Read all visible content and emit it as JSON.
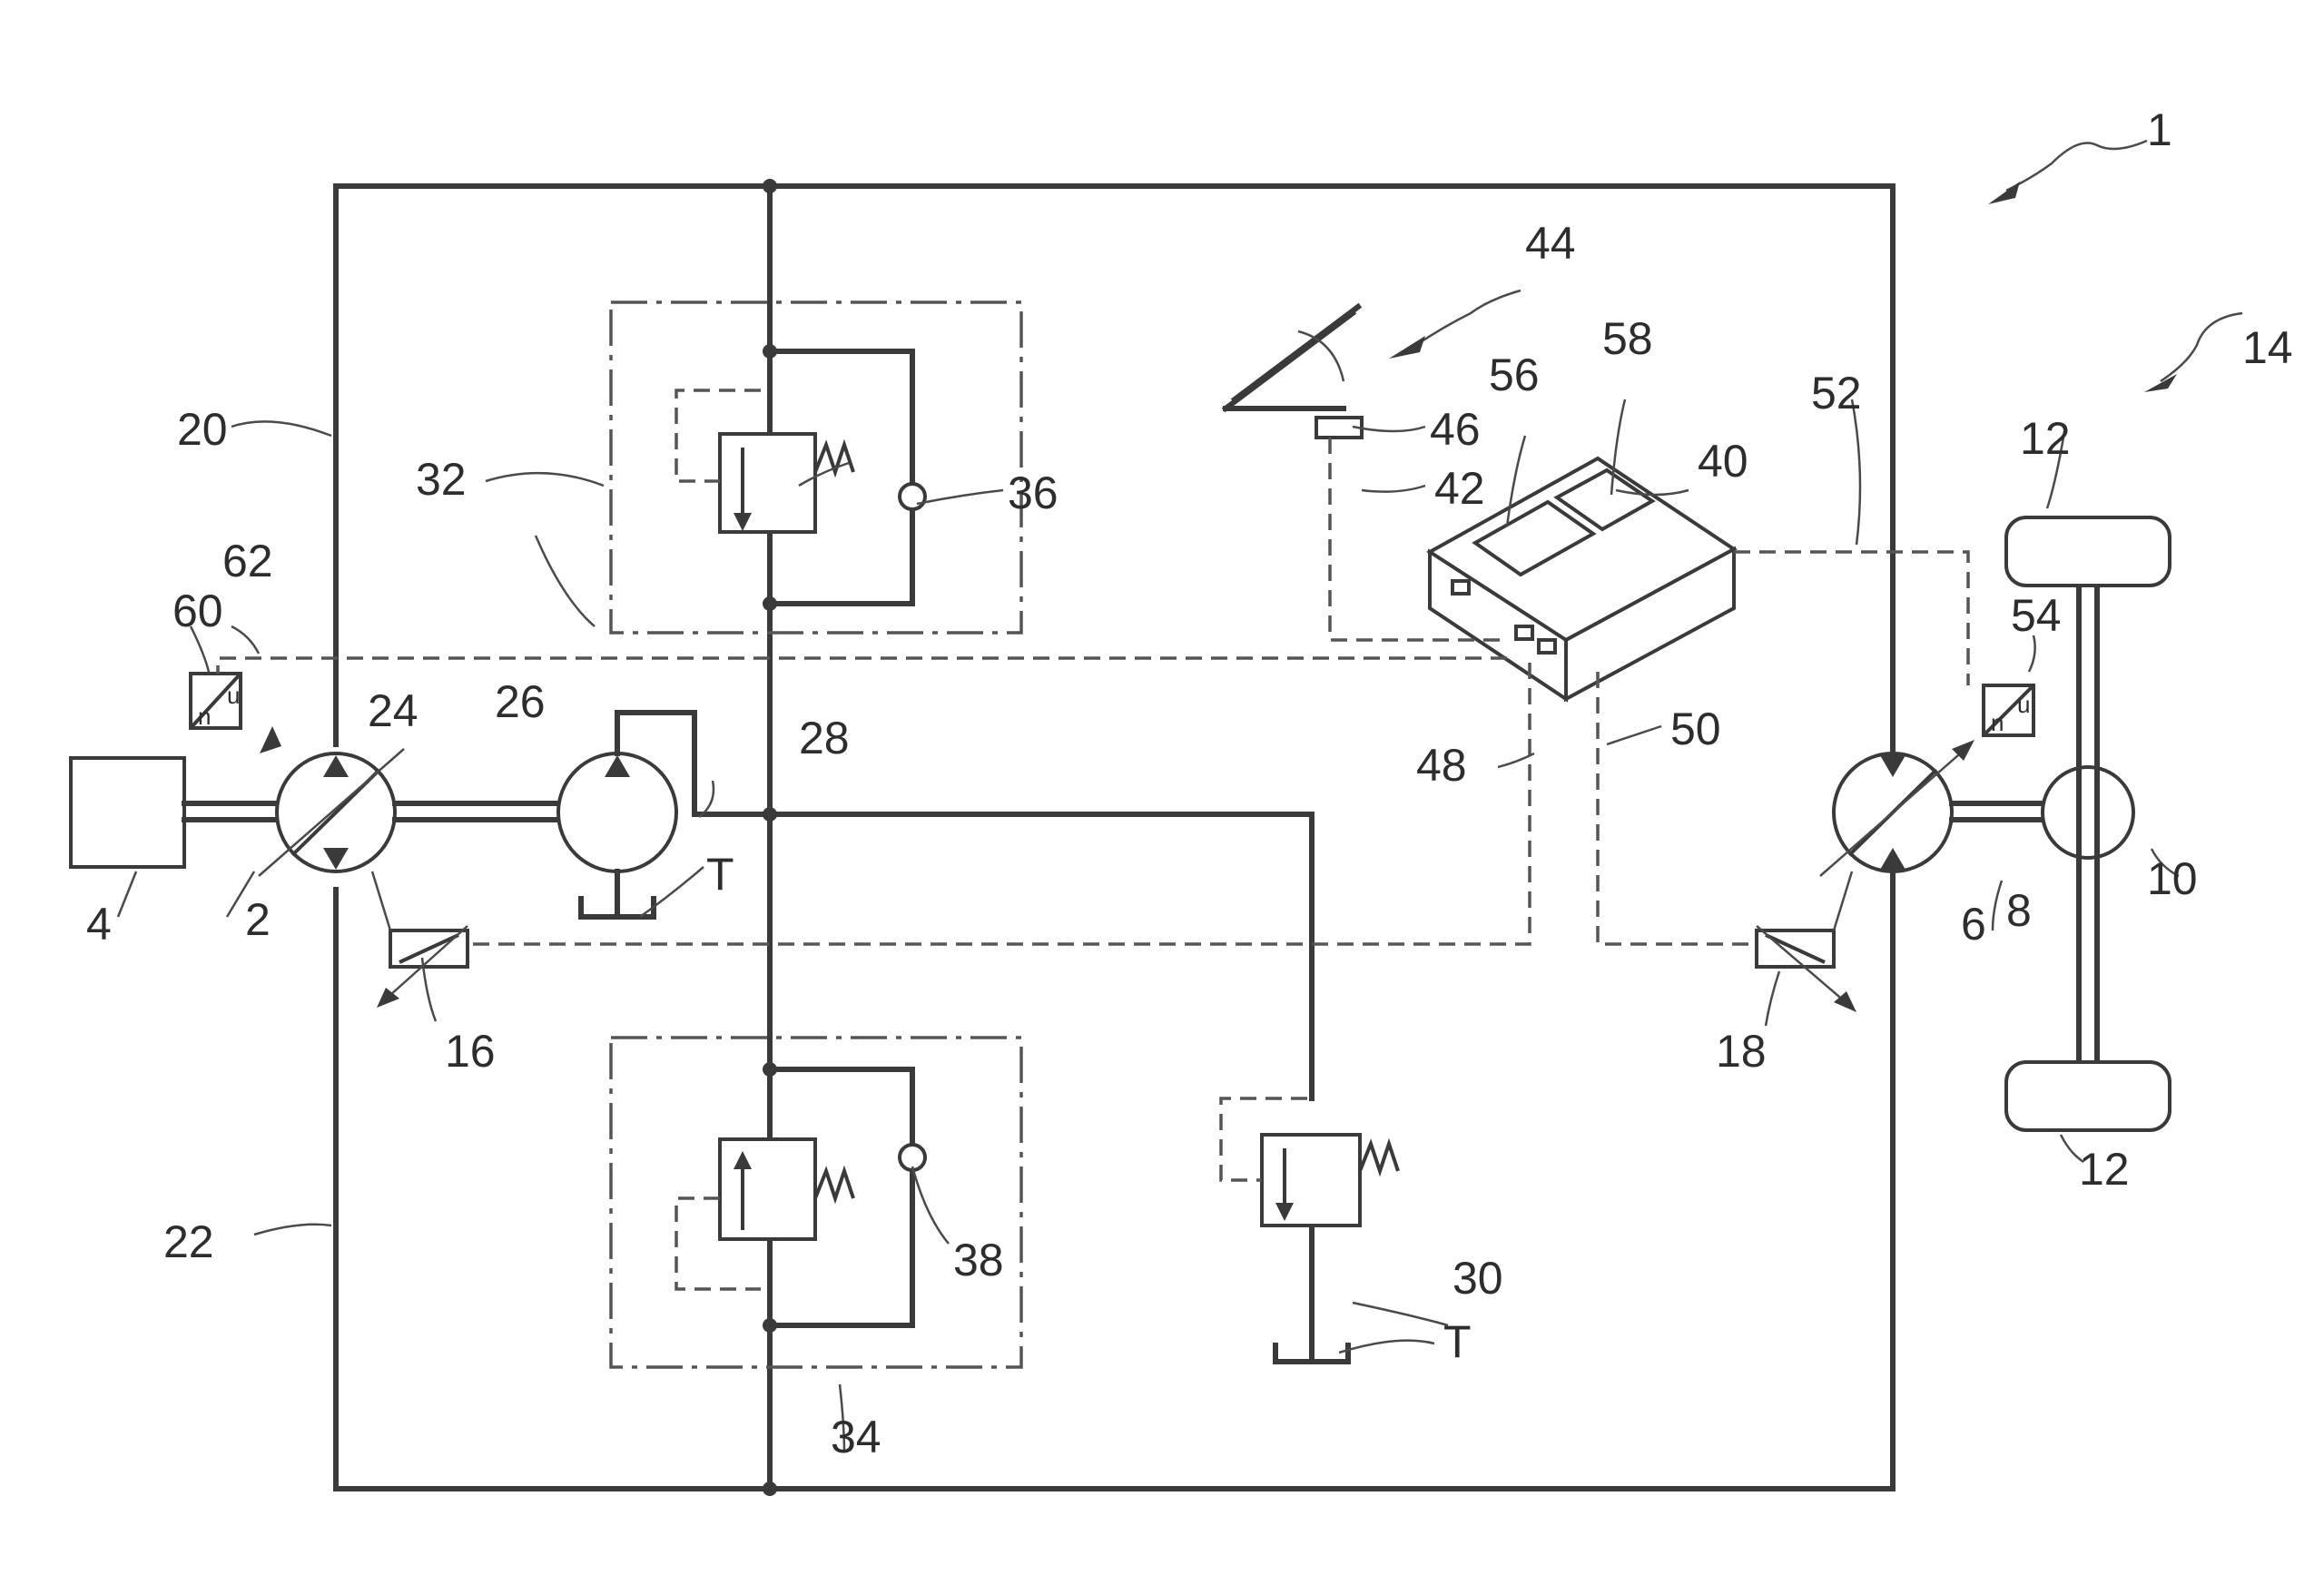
{
  "labels": {
    "ref_1": "1",
    "ref_2": "2",
    "ref_4": "4",
    "ref_6": "6",
    "ref_8": "8",
    "ref_10": "10",
    "ref_12a": "12",
    "ref_12b": "12",
    "ref_14": "14",
    "ref_16": "16",
    "ref_18": "18",
    "ref_20": "20",
    "ref_22": "22",
    "ref_24": "24",
    "ref_26": "26",
    "ref_28": "28",
    "ref_30": "30",
    "ref_32": "32",
    "ref_34": "34",
    "ref_36": "36",
    "ref_38": "38",
    "ref_40": "40",
    "ref_42": "42",
    "ref_44": "44",
    "ref_46": "46",
    "ref_48": "48",
    "ref_50": "50",
    "ref_52": "52",
    "ref_54": "54",
    "ref_56": "56",
    "ref_58": "58",
    "ref_60": "60",
    "ref_62": "62",
    "tank_1": "T",
    "tank_2": "T",
    "sensor_left_top": "u",
    "sensor_left_bottom": "n",
    "sensor_right_top": "u",
    "sensor_right_bottom": "n"
  }
}
